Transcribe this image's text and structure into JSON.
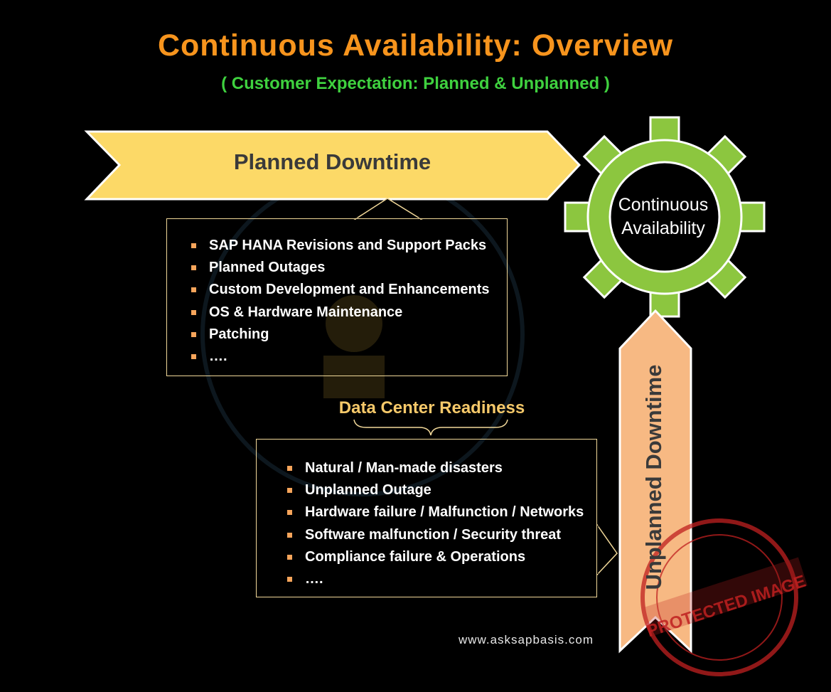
{
  "title": "Continuous Availability: Overview",
  "subtitle": "( Customer Expectation: Planned & Unplanned )",
  "planned": {
    "label": "Planned Downtime",
    "items": [
      "SAP HANA Revisions and Support Packs",
      "Planned Outages",
      "Custom Development and Enhancements",
      "OS & Hardware Maintenance",
      "Patching",
      "…."
    ]
  },
  "gear": {
    "label_line1": "Continuous",
    "label_line2": "Availability"
  },
  "readiness": "Data Center Readiness",
  "unplanned": {
    "label": "Unplanned Downtime",
    "items": [
      "Natural / Man-made disasters",
      "Unplanned Outage",
      "Hardware failure / Malfunction / Networks",
      "Software malfunction / Security threat",
      "Compliance failure & Operations",
      "…."
    ]
  },
  "footer": "www.asksapbasis.com",
  "stamp": "PROTECTED IMAGE",
  "colors": {
    "title": "#f7941d",
    "subtitle": "#3fd13f",
    "planned_arrow": "#fcd967",
    "gear": "#8cc63f",
    "unplanned_arrow": "#f7b983",
    "box_border": "#f2d99a",
    "bullet": "#f6a55b"
  }
}
